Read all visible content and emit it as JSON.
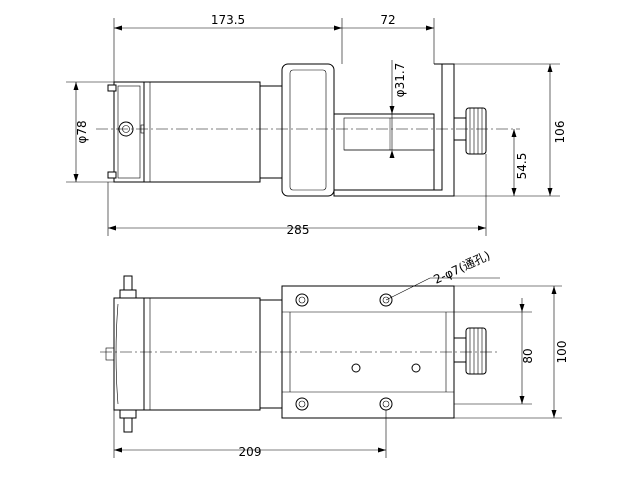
{
  "dimensions": {
    "top_left_length": "173.5",
    "top_right_length": "72",
    "drum_diameter": "φ31.7",
    "motor_diameter": "φ78",
    "total_height_side": "106",
    "axis_height": "54.5",
    "total_length": "285",
    "hole_callout": "2-φ7(通孔)",
    "bolt_spacing": "80",
    "base_width": "100",
    "mount_length": "209"
  }
}
